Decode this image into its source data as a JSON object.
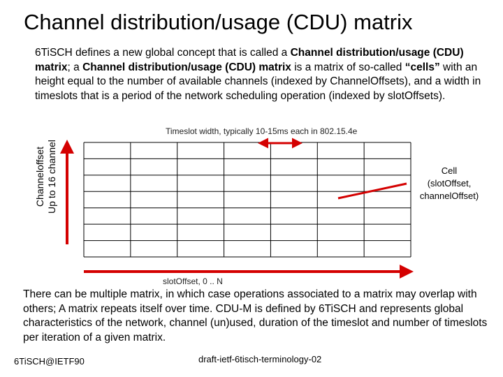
{
  "title": "Channel distribution/usage (CDU) matrix",
  "intro": {
    "part1": "6TiSCH defines a new global concept that is called a ",
    "bold1": "Channel distribution/usage (CDU) matrix",
    "part2": "; a ",
    "bold2": "Channel distribution/usage (CDU) matrix",
    "part3": " is a matrix of so-called ",
    "bold3": "“cells”",
    "part4": " with an height equal to the number of available channels (indexed by ChannelOffsets), and a width in timeslots that is a period of the network scheduling operation (indexed by slotOffsets)."
  },
  "diagram": {
    "timeslot_label": "Timeslot width, typically 10-15ms each in 802.15.4e",
    "y_label_line1": "Channeloffset",
    "y_label_line2": "Up to 16 channel",
    "cell_label_line1": "Cell",
    "cell_label_line2": "(slotOffset,",
    "cell_label_line3": "channelOffset)",
    "x_label": "slotOffset, 0 .. N",
    "grid_rows": 7,
    "grid_cols": 7,
    "arrow_color": "#d40000",
    "grid_color": "#000000"
  },
  "outro": "There can be multiple matrix, in which case operations associated to a matrix may overlap with others; A matrix repeats itself over time. CDU-M is defined by 6TiSCH and represents global characteristics of the network, channel (un)used, duration of the timeslot and number of timeslots per iteration of a given matrix.",
  "footer": {
    "left": "6TiSCH@IETF90",
    "center": "draft-ietf-6tisch-terminology-02"
  }
}
